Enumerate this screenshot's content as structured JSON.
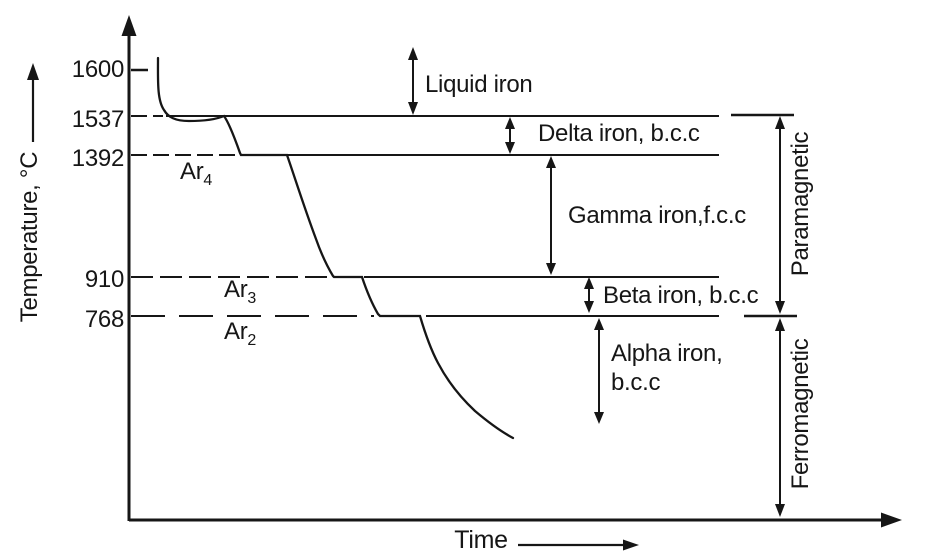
{
  "figure": {
    "y_axis_label": "Temperature, °C",
    "x_axis_label": "Time",
    "temps": {
      "t1600": "1600",
      "t1537": "1537",
      "t1392": "1392",
      "t910": "910",
      "t768": "768"
    },
    "arrests": {
      "ar4": {
        "base": "Ar",
        "sub": "4"
      },
      "ar3": {
        "base": "Ar",
        "sub": "3"
      },
      "ar2": {
        "base": "Ar",
        "sub": "2"
      }
    },
    "phases": {
      "liquid": "Liquid iron",
      "delta": "Delta iron, b.c.c",
      "gamma": "Gamma iron,f.c.c",
      "beta": "Beta iron, b.c.c",
      "alpha_line1": "Alpha iron,",
      "alpha_line2": "b.c.c"
    },
    "magnetism": {
      "paramagnetic": "Paramagnetic",
      "ferromagnetic": "Ferromagnetic"
    },
    "colors": {
      "ink": "#161616",
      "background": "#ffffff"
    }
  },
  "chart_data": {
    "type": "line",
    "title": "",
    "xlabel": "Time",
    "ylabel": "Temperature, °C",
    "y_ticks": [
      1600,
      1537,
      1392,
      910,
      768
    ],
    "arrest_points": [
      {
        "label": "Ar4",
        "temperature_c": 1392
      },
      {
        "label": "Ar3",
        "temperature_c": 910
      },
      {
        "label": "Ar2",
        "temperature_c": 768
      }
    ],
    "cooling_arrest_temperatures_c": [
      1537,
      1392,
      910,
      768
    ],
    "phase_regions": [
      {
        "label": "Liquid iron",
        "temperature_range_c": "above 1537"
      },
      {
        "label": "Delta iron, b.c.c",
        "temperature_range_c": "1392–1537"
      },
      {
        "label": "Gamma iron,f.c.c",
        "temperature_range_c": "910–1392"
      },
      {
        "label": "Beta iron, b.c.c",
        "temperature_range_c": "768–910"
      },
      {
        "label": "Alpha iron, b.c.c",
        "temperature_range_c": "below 768"
      },
      {
        "label": "Paramagnetic",
        "temperature_range_c": "768–1537"
      },
      {
        "label": "Ferromagnetic",
        "temperature_range_c": "below 768"
      }
    ],
    "legend": "none",
    "grid": false
  }
}
